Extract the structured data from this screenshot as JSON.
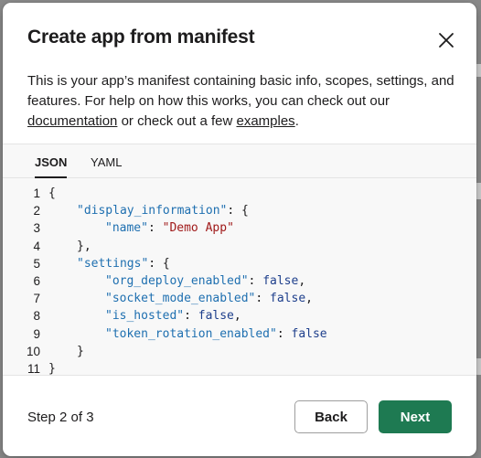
{
  "dialog": {
    "title": "Create app from manifest",
    "description_pre": "This is your app’s manifest containing basic info, scopes, settings, and features. For help on how this works, you can check out our ",
    "link_documentation": "documentation",
    "description_mid": " or check out a few ",
    "link_examples": "examples",
    "description_post": "."
  },
  "tabs": [
    {
      "label": "JSON",
      "active": true
    },
    {
      "label": "YAML",
      "active": false
    }
  ],
  "code_lines": [
    {
      "num": "1",
      "indent": 0,
      "parts": [
        {
          "t": "{",
          "c": "p"
        }
      ]
    },
    {
      "num": "2",
      "indent": 1,
      "parts": [
        {
          "t": "\"display_information\"",
          "c": "key"
        },
        {
          "t": ": {",
          "c": "p"
        }
      ]
    },
    {
      "num": "3",
      "indent": 2,
      "parts": [
        {
          "t": "\"name\"",
          "c": "key"
        },
        {
          "t": ": ",
          "c": "p"
        },
        {
          "t": "\"Demo App\"",
          "c": "str"
        }
      ]
    },
    {
      "num": "4",
      "indent": 1,
      "parts": [
        {
          "t": "},",
          "c": "p"
        }
      ]
    },
    {
      "num": "5",
      "indent": 1,
      "parts": [
        {
          "t": "\"settings\"",
          "c": "key"
        },
        {
          "t": ": {",
          "c": "p"
        }
      ]
    },
    {
      "num": "6",
      "indent": 2,
      "parts": [
        {
          "t": "\"org_deploy_enabled\"",
          "c": "key"
        },
        {
          "t": ": ",
          "c": "p"
        },
        {
          "t": "false",
          "c": "bool"
        },
        {
          "t": ",",
          "c": "p"
        }
      ]
    },
    {
      "num": "7",
      "indent": 2,
      "parts": [
        {
          "t": "\"socket_mode_enabled\"",
          "c": "key"
        },
        {
          "t": ": ",
          "c": "p"
        },
        {
          "t": "false",
          "c": "bool"
        },
        {
          "t": ",",
          "c": "p"
        }
      ]
    },
    {
      "num": "8",
      "indent": 2,
      "parts": [
        {
          "t": "\"is_hosted\"",
          "c": "key"
        },
        {
          "t": ": ",
          "c": "p"
        },
        {
          "t": "false",
          "c": "bool"
        },
        {
          "t": ",",
          "c": "p"
        }
      ]
    },
    {
      "num": "9",
      "indent": 2,
      "parts": [
        {
          "t": "\"token_rotation_enabled\"",
          "c": "key"
        },
        {
          "t": ": ",
          "c": "p"
        },
        {
          "t": "false",
          "c": "bool"
        }
      ]
    },
    {
      "num": "10",
      "indent": 1,
      "parts": [
        {
          "t": "}",
          "c": "p"
        }
      ]
    },
    {
      "num": "11",
      "indent": 0,
      "parts": [
        {
          "t": "}",
          "c": "p"
        }
      ]
    }
  ],
  "footer": {
    "step_text": "Step 2 of 3",
    "back_label": "Back",
    "next_label": "Next"
  },
  "colors": {
    "accent": "#1e7a52",
    "key": "#1e6fb0",
    "string": "#a01a1a",
    "boolean": "#1e3f8c"
  },
  "icons": {
    "close": "close-icon"
  }
}
